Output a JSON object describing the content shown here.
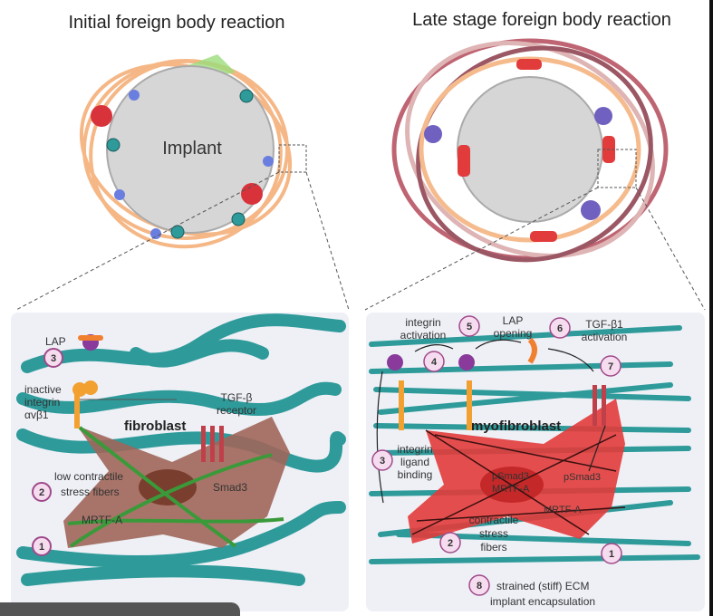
{
  "titles": {
    "left": "Initial foreign body reaction",
    "right": "Late stage foreign body reaction"
  },
  "implant_label": "Implant",
  "left_panel": {
    "cell_label": "fibroblast",
    "lap": "LAP",
    "inactive_integrin": [
      "inactive",
      "integrin",
      "αvβ1"
    ],
    "tgf_receptor": [
      "TGF-β",
      "receptor"
    ],
    "stress_fibers": [
      "low contractile",
      "stress fibers"
    ],
    "smad": "Smad3",
    "mrtf": "MRTF-A",
    "steps": [
      "1",
      "2",
      "3"
    ]
  },
  "right_panel": {
    "cell_label": "myofibroblast",
    "integrin_activation": [
      "integrin",
      "activation"
    ],
    "lap_opening": [
      "LAP",
      "opening"
    ],
    "tgf_activation": [
      "TGF-β1",
      "activation"
    ],
    "ligand_binding": [
      "integrin",
      "ligand",
      "binding"
    ],
    "psmad_nucleus": "pSmad3",
    "mrtf_nucleus": "MRTF-A",
    "psmad": "pSmad3",
    "mrtf": "MRTF-A",
    "contractile": [
      "contractile",
      "stress",
      "fibers"
    ],
    "ecm": [
      "strained (stiff) ECM",
      "implant encapsulation"
    ],
    "steps": [
      "1",
      "2",
      "3",
      "4",
      "5",
      "6",
      "7",
      "8"
    ]
  },
  "colors": {
    "collagen": "#2e9a9a",
    "fibroblast": "#a0665a",
    "myofibroblast": "#e23b3b",
    "stress_fiber": "#3a9a3a",
    "step_circle": "#f6dcef",
    "step_border": "#a04a8a",
    "panel_bg": "#eef0f6"
  }
}
